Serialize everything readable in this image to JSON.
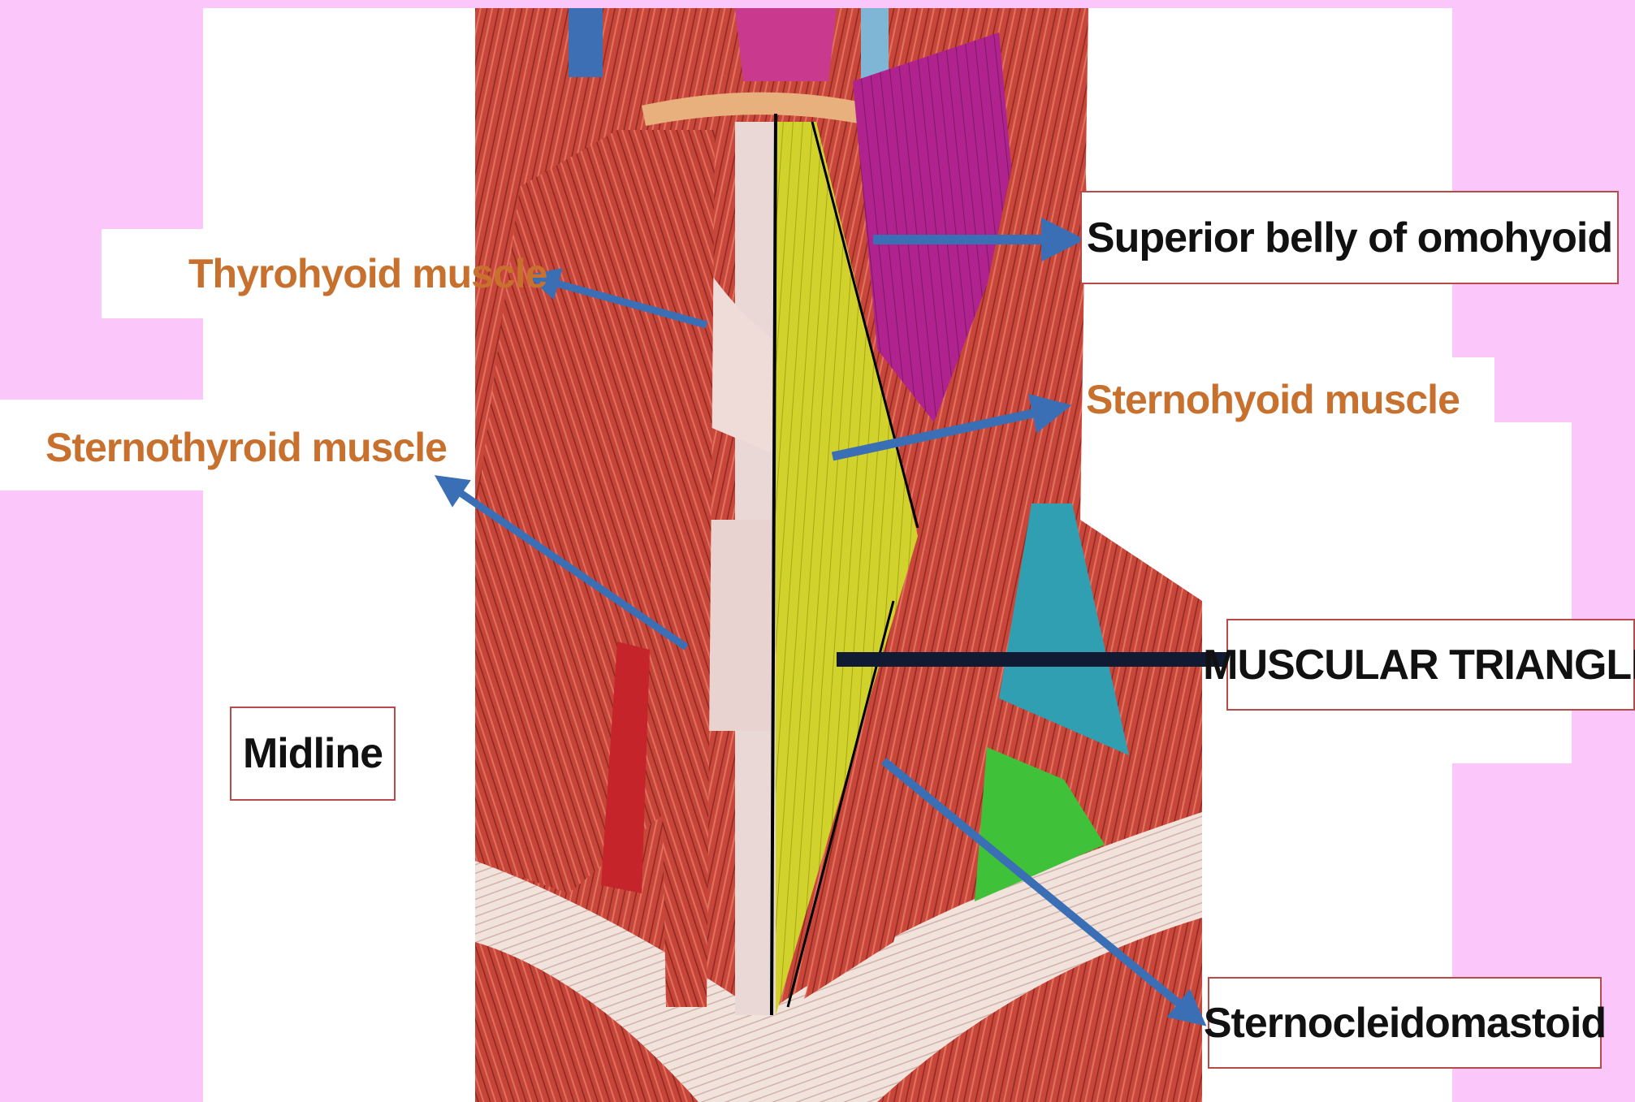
{
  "labels": {
    "superior_belly": "Superior belly of omohyoid",
    "thyrohyoid": "Thyrohyoid muscle",
    "sternohyoid": "Sternohyoid muscle",
    "sternothyroid": "Sternothyroid muscle",
    "muscular_triangle": "MUSCULAR TRIANGLE",
    "midline": "Midline",
    "sternocleidomastoid": "Sternocleidomastoid"
  },
  "colors": {
    "background": "#fbc6fa",
    "panel": "#ffffff",
    "muscle": "#c9473a",
    "triangle_fill": "#d4d42a",
    "omohyoid_fill": "#b0238f",
    "arrow": "#3a6fb6",
    "label_orange": "#c8702e",
    "box_border": "#b84a4a"
  }
}
